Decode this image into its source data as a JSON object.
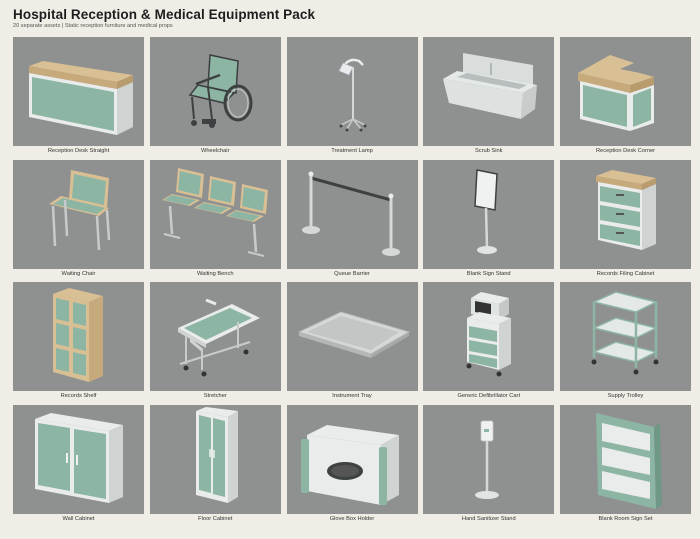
{
  "header": {
    "title": "Hospital Reception & Medical Equipment Pack",
    "subtitle": "20 separate assets  |  Static reception furniture and medical props"
  },
  "assets": [
    {
      "label": "Reception Desk Straight",
      "icon": "reception-desk-straight-icon"
    },
    {
      "label": "Wheelchair",
      "icon": "wheelchair-icon"
    },
    {
      "label": "Treatment Lamp",
      "icon": "treatment-lamp-icon"
    },
    {
      "label": "Scrub Sink",
      "icon": "scrub-sink-icon"
    },
    {
      "label": "Reception Desk Corner",
      "icon": "reception-desk-corner-icon"
    },
    {
      "label": "Waiting Chair",
      "icon": "waiting-chair-icon"
    },
    {
      "label": "Waiting Bench",
      "icon": "waiting-bench-icon"
    },
    {
      "label": "Queue Barrier",
      "icon": "queue-barrier-icon"
    },
    {
      "label": "Blank Sign Stand",
      "icon": "sign-stand-icon"
    },
    {
      "label": "Records Filing Cabinet",
      "icon": "filing-cabinet-icon"
    },
    {
      "label": "Records Shelf",
      "icon": "records-shelf-icon"
    },
    {
      "label": "Stretcher",
      "icon": "stretcher-icon"
    },
    {
      "label": "Instrument Tray",
      "icon": "instrument-tray-icon"
    },
    {
      "label": "Generic Defibrillator Cart",
      "icon": "defibrillator-cart-icon"
    },
    {
      "label": "Supply Trolley",
      "icon": "supply-trolley-icon"
    },
    {
      "label": "Wall Cabinet",
      "icon": "wall-cabinet-icon"
    },
    {
      "label": "Floor Cabinet",
      "icon": "floor-cabinet-icon"
    },
    {
      "label": "Glove Box Holder",
      "icon": "glove-box-holder-icon"
    },
    {
      "label": "Hand Sanitizer Stand",
      "icon": "hand-sanitizer-stand-icon"
    },
    {
      "label": "Blank Room Sign Set",
      "icon": "room-sign-set-icon"
    }
  ],
  "colors": {
    "tile_background": "#8f9191",
    "page_background": "#efede5",
    "panel_green": "#8db5a4",
    "wood_top": "#d9bf94",
    "white_body": "#e9ecea",
    "chrome": "#c7cccb"
  }
}
